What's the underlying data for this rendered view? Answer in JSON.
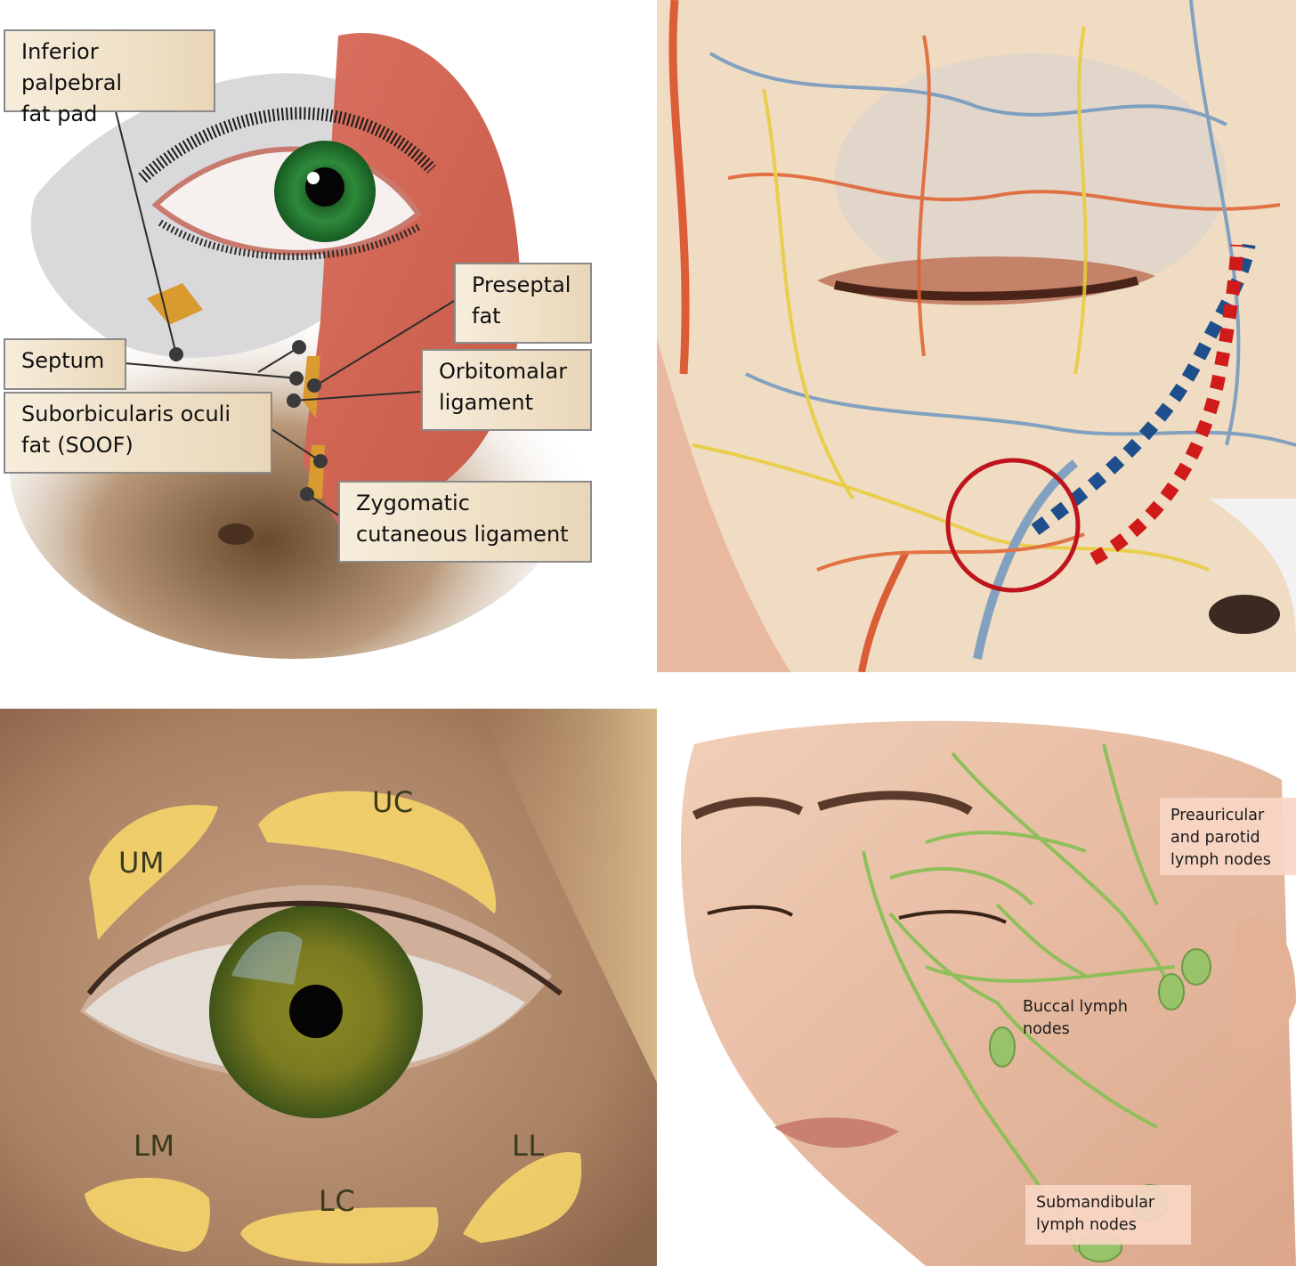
{
  "figure": {
    "panels": [
      {
        "id": "eyelid-layers",
        "description": "Periorbital anatomy illustration with callout labels",
        "labels": [
          {
            "text": "Inferior palpebral\nfat pad"
          },
          {
            "text": "Septum"
          },
          {
            "text": "Suborbicularis oculi\nfat (SOOF)"
          },
          {
            "text": "Preseptal\nfat"
          },
          {
            "text": "Orbitomalar\nligament"
          },
          {
            "text": "Zygomatic\ncutaneous ligament"
          }
        ]
      },
      {
        "id": "vascular-nerve-map",
        "description": "Periorbital vessels and nerves with dashed blue vein path, dashed red artery path and red circle marking",
        "markers": {
          "vein_path_color": "#1f4e8c",
          "artery_path_color": "#d11a1a",
          "circle_color": "#c0141c"
        }
      },
      {
        "id": "fat-compartments",
        "description": "Photo of eye with periorbital fat compartments highlighted",
        "labels": [
          {
            "text": "UC"
          },
          {
            "text": "UM"
          },
          {
            "text": "LM"
          },
          {
            "text": "LC"
          },
          {
            "text": "LL"
          }
        ],
        "highlight_color": "#f6d46a"
      },
      {
        "id": "lymphatic-drainage",
        "description": "Facial lymphatic drainage illustration",
        "labels": [
          {
            "text": "Preauricular\nand parotid\nlymph nodes"
          },
          {
            "text": "Buccal lymph\nnodes"
          },
          {
            "text": "Submandibular\nlymph nodes"
          }
        ],
        "lymph_color": "#8fbf5a"
      }
    ]
  }
}
